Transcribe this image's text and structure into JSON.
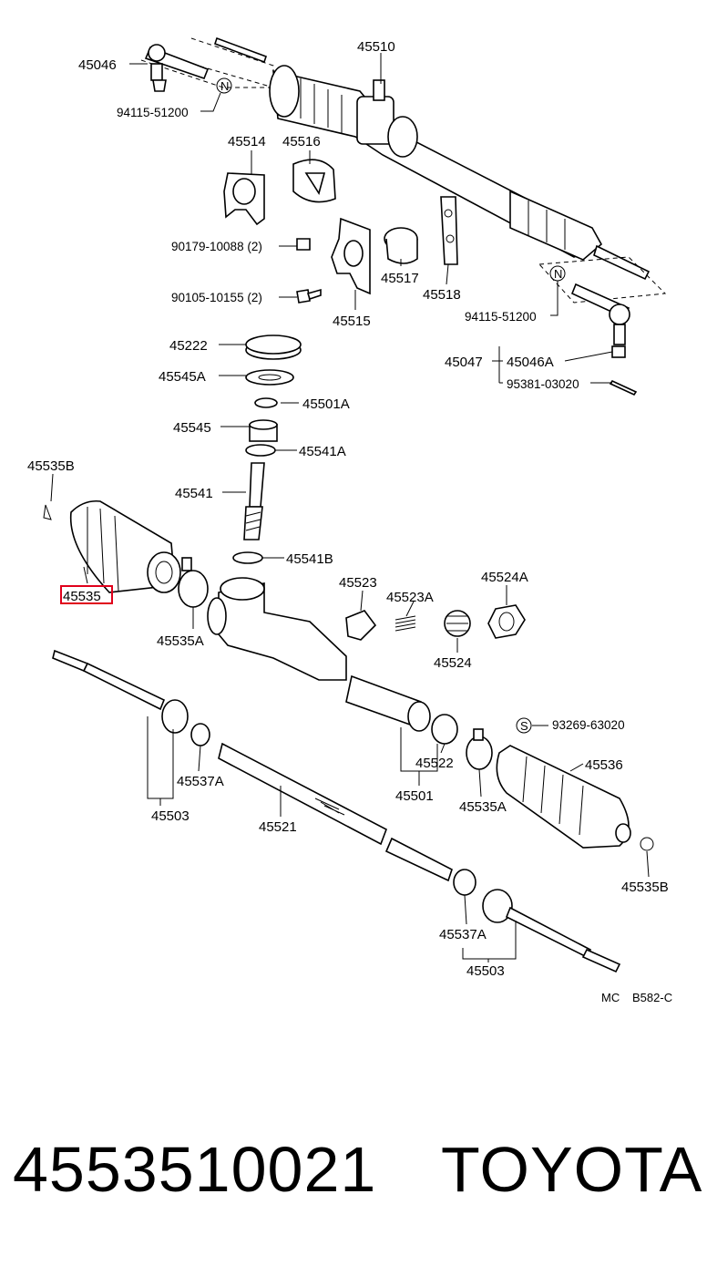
{
  "labels": {
    "l45046": "45046",
    "l45510": "45510",
    "l94115a": "94115-51200",
    "l45514": "45514",
    "l45516": "45516",
    "l90179": "90179-10088 (2)",
    "l90105": "90105-10155 (2)",
    "l45517": "45517",
    "l45518": "45518",
    "l45515": "45515",
    "l94115b": "94115-51200",
    "l45047": "45047",
    "l45046A": "45046A",
    "l95381": "95381-03020",
    "l45222": "45222",
    "l45545A": "45545A",
    "l45501A": "45501A",
    "l45545": "45545",
    "l45541A": "45541A",
    "l45535B_top": "45535B",
    "l45541": "45541",
    "l45541B": "45541B",
    "l45523": "45523",
    "l45524A": "45524A",
    "l45535": "45535",
    "l45523A": "45523A",
    "l45535A_top": "45535A",
    "l45524": "45524",
    "l93269": "93269-63020",
    "l45536": "45536",
    "l45522": "45522",
    "l45537A_top": "45537A",
    "l45501": "45501",
    "l45535A_bot": "45535A",
    "l45503_top": "45503",
    "l45521": "45521",
    "l45535B_bot": "45535B",
    "l45537A_bot": "45537A",
    "l45503_bot": "45503",
    "mc": "MC",
    "ref": "B582-C",
    "circleN": "N",
    "circleS": "S"
  },
  "highlight_color": "#e0001b",
  "footer": {
    "part_number": "4553510021",
    "brand": "TOYOTA"
  }
}
